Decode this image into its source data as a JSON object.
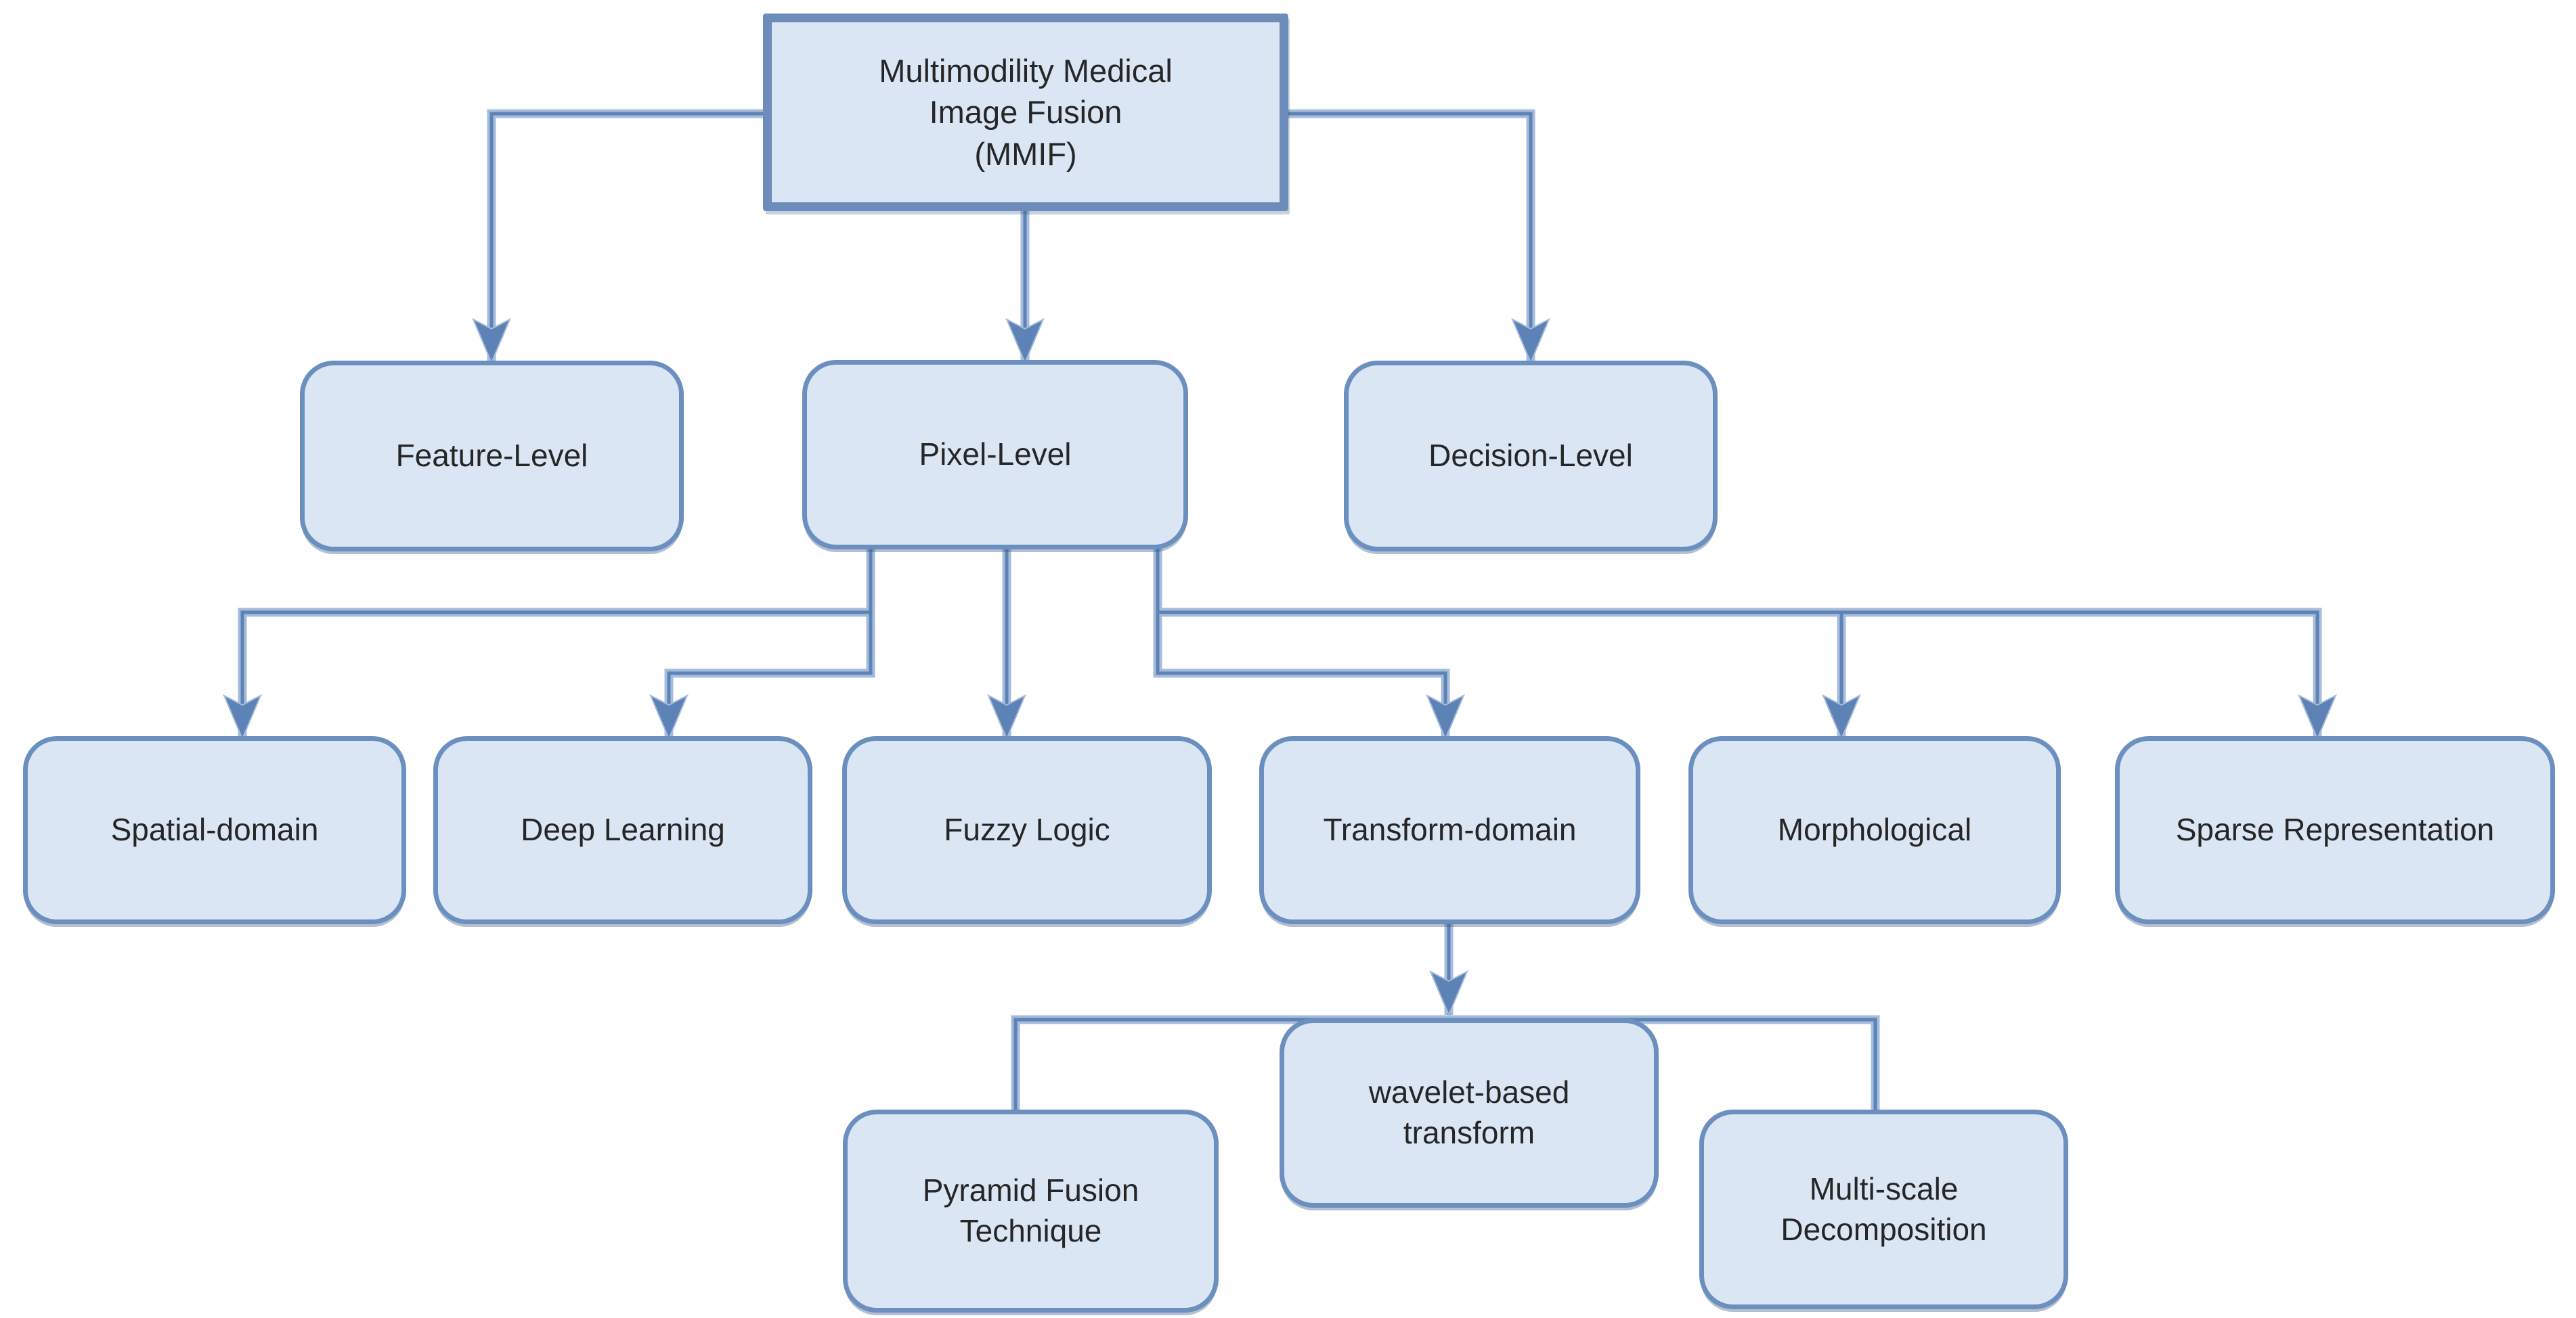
{
  "theme": {
    "background": "#ffffff",
    "box_fill": "#dbe6f4",
    "box_border": "#6b8fbf",
    "root_border": "#6d8cbb",
    "line_core": "#5d82b5",
    "line_halo": "#a6bcdb",
    "text_color": "#262626"
  },
  "nodes": {
    "mmif": {
      "lines": [
        "Multimodility Medical",
        "Image Fusion",
        "(MMIF)"
      ]
    },
    "feature": {
      "label": "Feature-Level"
    },
    "pixel": {
      "label": "Pixel-Level"
    },
    "decision": {
      "label": "Decision-Level"
    },
    "spatial": {
      "label": "Spatial-domain"
    },
    "deep": {
      "label": "Deep Learning"
    },
    "fuzzy": {
      "label": "Fuzzy Logic"
    },
    "transform": {
      "label": "Transform-domain"
    },
    "morphological": {
      "label": "Morphological"
    },
    "sparse": {
      "label": "Sparse Representation"
    },
    "pyramid": {
      "lines": [
        "Pyramid Fusion",
        "Technique"
      ]
    },
    "wavelet": {
      "lines": [
        "wavelet-based",
        "transform"
      ]
    },
    "multiscale": {
      "lines": [
        "Multi-scale",
        "Decomposition"
      ]
    }
  },
  "edges": [
    {
      "from": "mmif",
      "to": "feature"
    },
    {
      "from": "mmif",
      "to": "pixel"
    },
    {
      "from": "mmif",
      "to": "decision"
    },
    {
      "from": "pixel",
      "to": "spatial"
    },
    {
      "from": "pixel",
      "to": "deep"
    },
    {
      "from": "pixel",
      "to": "fuzzy"
    },
    {
      "from": "pixel",
      "to": "transform"
    },
    {
      "from": "pixel",
      "to": "morphological"
    },
    {
      "from": "pixel",
      "to": "sparse"
    },
    {
      "from": "transform",
      "to": "pyramid"
    },
    {
      "from": "transform",
      "to": "wavelet"
    },
    {
      "from": "transform",
      "to": "multiscale"
    }
  ]
}
